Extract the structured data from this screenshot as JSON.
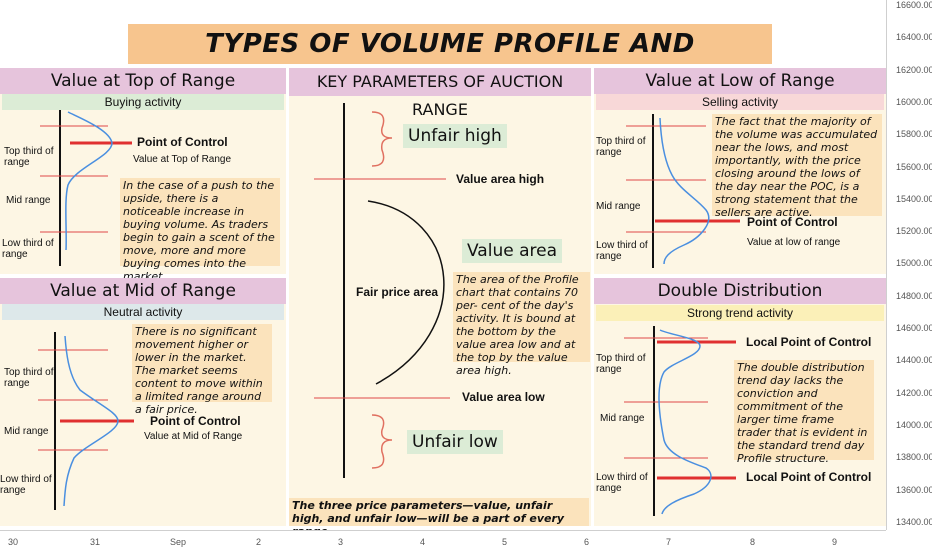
{
  "title": "TYPES OF VOLUME PROFILE AND DESCRIPTION",
  "colors": {
    "profile_curve": "#4a8fe0",
    "level_line": "#e04848",
    "poc_line": "#e03030",
    "header_bg": "#e6c4dc",
    "note_bg": "#fbe3bc",
    "panel_bg": "#fdf6e4",
    "tag_bg": "#dcecd6",
    "title_bg": "#f7c58e"
  },
  "panels": {
    "top_range": {
      "title": "Value at Top of Range",
      "subtitle": "Buying activity",
      "labels": {
        "top": "Top third of range",
        "mid": "Mid range",
        "low": "Low third of range"
      },
      "poc_label": "Point of Control",
      "poc_caption": "Value at Top of Range",
      "note": "In the case of a push to the upside, there is a noticeable increase in buying volume. As traders begin to gain a scent of the move, more and more buying comes into the market"
    },
    "mid_range": {
      "title": "Value at Mid of Range",
      "subtitle": "Neutral activity",
      "labels": {
        "top": "Top third of range",
        "mid": "Mid range",
        "low": "Low third of range"
      },
      "poc_label": "Point of Control",
      "poc_caption": "Value at Mid of Range",
      "note": "There is no significant movement higher or lower in the market. The market seems content to move within a limited range around a fair price."
    },
    "auction": {
      "title": "KEY PARAMETERS OF AUCTION RANGE",
      "unfair_high": "Unfair high",
      "value_area_high": "Value area high",
      "fair_price_area": "Fair price area",
      "value_area": "Value area",
      "value_area_note": "The area of the Profile chart that contains 70 per- cent of the day's activity. It is bound at the bottom by the value area low and at the top by the value area high.",
      "value_area_low": "Value area low",
      "unfair_low": "Unfair low",
      "footer": "The three price parameters—value, unfair high, and unfair low—will be a part of every range."
    },
    "low_range": {
      "title": "Value at Low of Range",
      "subtitle": "Selling activity",
      "labels": {
        "top": "Top third of range",
        "mid": "Mid range",
        "low": "Low third of range"
      },
      "poc_label": "Point of Control",
      "poc_caption": "Value at low of range",
      "note": "The fact that the majority of the volume was accumulated near the lows, and most importantly, with the price closing around the lows of the day near the POC, is a strong statement that the sellers are active."
    },
    "double": {
      "title": "Double Distribution",
      "subtitle": "Strong trend activity",
      "labels": {
        "top": "Top third of range",
        "mid": "Mid range",
        "low": "Low third of range"
      },
      "poc_top": "Local Point of Control",
      "poc_bottom": "Local Point of Control",
      "note": "The double distribution trend day lacks the conviction and commitment of the larger time frame trader that is evident in the standard trend day Profile structure."
    }
  },
  "price_axis": [
    "16600.00",
    "16400.00",
    "16200.00",
    "16000.00",
    "15800.00",
    "15600.00",
    "15400.00",
    "15200.00",
    "15000.00",
    "14800.00",
    "14600.00",
    "14400.00",
    "14200.00",
    "14000.00",
    "13800.00",
    "13600.00",
    "13400.00"
  ],
  "date_axis": [
    "30",
    "31",
    "Sep",
    "2",
    "3",
    "4",
    "5",
    "6",
    "7",
    "8",
    "9"
  ]
}
